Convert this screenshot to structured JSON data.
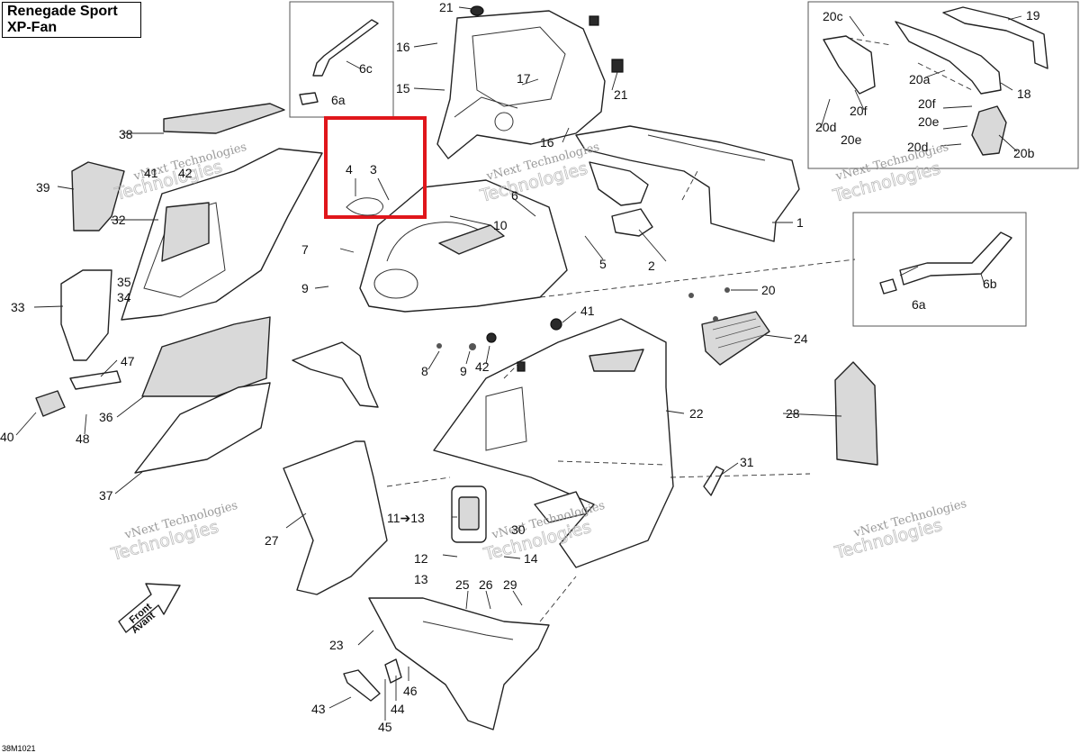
{
  "title": {
    "line1": "Renegade Sport",
    "line2": "XP-Fan"
  },
  "diagram_code": "38M1021",
  "watermark": {
    "line1": "vNext Technologies",
    "line2": "Technologies"
  },
  "front_arrow": {
    "line1": "Front",
    "line2": "Avant"
  },
  "highlight_color": "#e0161b",
  "callouts": [
    {
      "id": "c1",
      "label": "1"
    },
    {
      "id": "c2",
      "label": "2"
    },
    {
      "id": "c3",
      "label": "3"
    },
    {
      "id": "c4",
      "label": "4"
    },
    {
      "id": "c5",
      "label": "5"
    },
    {
      "id": "c6",
      "label": "6"
    },
    {
      "id": "c6a",
      "label": "6a"
    },
    {
      "id": "c6b",
      "label": "6b"
    },
    {
      "id": "c6c",
      "label": "6c"
    },
    {
      "id": "c6a2",
      "label": "6a"
    },
    {
      "id": "c7",
      "label": "7"
    },
    {
      "id": "c8",
      "label": "8"
    },
    {
      "id": "c9a",
      "label": "9"
    },
    {
      "id": "c9b",
      "label": "9"
    },
    {
      "id": "c10",
      "label": "10"
    },
    {
      "id": "c11",
      "label": "11➔13"
    },
    {
      "id": "c12",
      "label": "12"
    },
    {
      "id": "c13",
      "label": "13"
    },
    {
      "id": "c14",
      "label": "14"
    },
    {
      "id": "c15",
      "label": "15"
    },
    {
      "id": "c16a",
      "label": "16"
    },
    {
      "id": "c16b",
      "label": "16"
    },
    {
      "id": "c17",
      "label": "17"
    },
    {
      "id": "c18",
      "label": "18"
    },
    {
      "id": "c19",
      "label": "19"
    },
    {
      "id": "c20",
      "label": "20"
    },
    {
      "id": "c20a",
      "label": "20a"
    },
    {
      "id": "c20b",
      "label": "20b"
    },
    {
      "id": "c20c",
      "label": "20c"
    },
    {
      "id": "c20d1",
      "label": "20d"
    },
    {
      "id": "c20d2",
      "label": "20d"
    },
    {
      "id": "c20e1",
      "label": "20e"
    },
    {
      "id": "c20e2",
      "label": "20e"
    },
    {
      "id": "c20f1",
      "label": "20f"
    },
    {
      "id": "c20f2",
      "label": "20f"
    },
    {
      "id": "c21a",
      "label": "21"
    },
    {
      "id": "c21b",
      "label": "21"
    },
    {
      "id": "c22",
      "label": "22"
    },
    {
      "id": "c23",
      "label": "23"
    },
    {
      "id": "c24",
      "label": "24"
    },
    {
      "id": "c25",
      "label": "25"
    },
    {
      "id": "c26",
      "label": "26"
    },
    {
      "id": "c27",
      "label": "27"
    },
    {
      "id": "c28",
      "label": "28"
    },
    {
      "id": "c29",
      "label": "29"
    },
    {
      "id": "c30",
      "label": "30"
    },
    {
      "id": "c31",
      "label": "31"
    },
    {
      "id": "c32",
      "label": "32"
    },
    {
      "id": "c33",
      "label": "33"
    },
    {
      "id": "c34",
      "label": "34"
    },
    {
      "id": "c35",
      "label": "35"
    },
    {
      "id": "c36",
      "label": "36"
    },
    {
      "id": "c37",
      "label": "37"
    },
    {
      "id": "c38",
      "label": "38"
    },
    {
      "id": "c39",
      "label": "39"
    },
    {
      "id": "c40",
      "label": "40"
    },
    {
      "id": "c41a",
      "label": "41"
    },
    {
      "id": "c41b",
      "label": "41"
    },
    {
      "id": "c42a",
      "label": "42"
    },
    {
      "id": "c42b",
      "label": "42"
    },
    {
      "id": "c43",
      "label": "43"
    },
    {
      "id": "c44",
      "label": "44"
    },
    {
      "id": "c45",
      "label": "45"
    },
    {
      "id": "c46",
      "label": "46"
    },
    {
      "id": "c47",
      "label": "47"
    },
    {
      "id": "c48",
      "label": "48"
    }
  ]
}
